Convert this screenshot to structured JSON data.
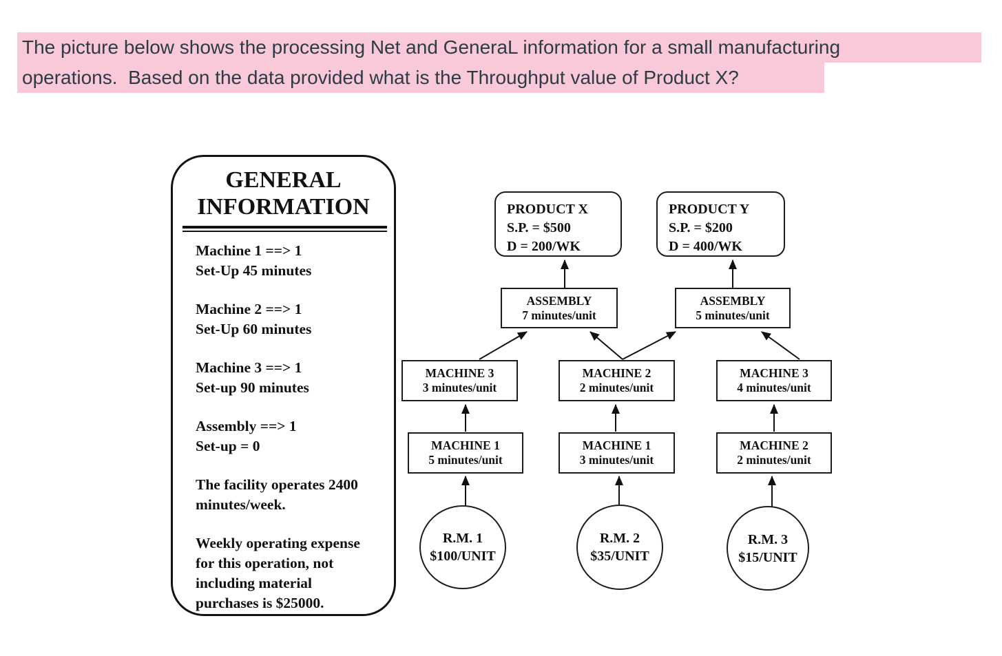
{
  "question": {
    "line1": "The picture below shows the processing Net and GeneraL information for a small manufacturing",
    "line2": "operations.  Based on the data provided what is the Throughput value of Product X?",
    "highlight_color": "#f9c8d9",
    "text_color": "#2d3b45"
  },
  "general_info": {
    "title_line1": "GENERAL",
    "title_line2": "INFORMATION",
    "paragraphs": [
      {
        "lines": [
          "Machine 1 ==> 1",
          "Set-Up 45 minutes"
        ]
      },
      {
        "lines": [
          "Machine 2 ==> 1",
          "Set-Up 60 minutes"
        ]
      },
      {
        "lines": [
          "Machine 3 ==> 1",
          "Set-up 90 minutes"
        ]
      },
      {
        "lines": [
          "Assembly ==> 1",
          "Set-up = 0"
        ]
      },
      {
        "lines": [
          "The facility operates 2400",
          "minutes/week."
        ]
      },
      {
        "lines": [
          "Weekly operating expense",
          "for this operation, not",
          "including material",
          "purchases is $25000."
        ]
      }
    ]
  },
  "diagram": {
    "product_x": {
      "lines": [
        "PRODUCT X",
        "S.P. = $500",
        "D = 200/WK"
      ]
    },
    "product_y": {
      "lines": [
        "PRODUCT Y",
        "S.P. = $200",
        "D = 400/WK"
      ]
    },
    "assembly_x": {
      "lines": [
        "ASSEMBLY",
        "7 minutes/unit"
      ]
    },
    "assembly_y": {
      "lines": [
        "ASSEMBLY",
        "5 minutes/unit"
      ]
    },
    "machine3_left": {
      "lines": [
        "MACHINE 3",
        "3 minutes/unit"
      ]
    },
    "machine2_mid": {
      "lines": [
        "MACHINE 2",
        "2 minutes/unit"
      ]
    },
    "machine3_right": {
      "lines": [
        "MACHINE 3",
        "4 minutes/unit"
      ]
    },
    "machine1_left": {
      "lines": [
        "MACHINE 1",
        "5 minutes/unit"
      ]
    },
    "machine1_mid": {
      "lines": [
        "MACHINE 1",
        "3 minutes/unit"
      ]
    },
    "machine2_right": {
      "lines": [
        "MACHINE 2",
        "2 minutes/unit"
      ]
    },
    "rm1": {
      "lines": [
        "R.M. 1",
        "$100/UNIT"
      ]
    },
    "rm2": {
      "lines": [
        "R.M. 2",
        "$35/UNIT"
      ]
    },
    "rm3": {
      "lines": [
        "R.M. 3",
        "$15/UNIT"
      ]
    },
    "connections": [
      {
        "from": "rm1",
        "to": "machine1_left"
      },
      {
        "from": "rm2",
        "to": "machine1_mid"
      },
      {
        "from": "rm3",
        "to": "machine2_right"
      },
      {
        "from": "machine1_left",
        "to": "machine3_left"
      },
      {
        "from": "machine1_mid",
        "to": "machine2_mid"
      },
      {
        "from": "machine2_right",
        "to": "machine3_right"
      },
      {
        "from": "machine3_left",
        "to": "assembly_x"
      },
      {
        "from": "machine2_mid",
        "to": "assembly_x"
      },
      {
        "from": "machine2_mid",
        "to": "assembly_y"
      },
      {
        "from": "machine3_right",
        "to": "assembly_y"
      },
      {
        "from": "assembly_x",
        "to": "product_x"
      },
      {
        "from": "assembly_y",
        "to": "product_y"
      }
    ]
  }
}
